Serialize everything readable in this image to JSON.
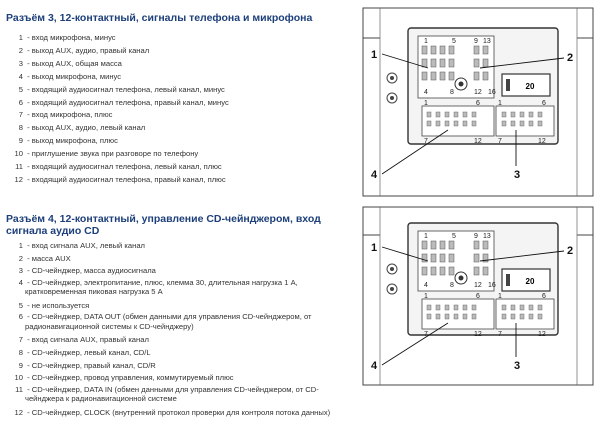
{
  "sections": [
    {
      "title": "Разъём 3, 12-контактный, сигналы телефона и микрофона",
      "pins": [
        {
          "n": "1",
          "text": "вход микрофона, минус"
        },
        {
          "n": "2",
          "text": "выход AUX, аудио, правый канал"
        },
        {
          "n": "3",
          "text": "выход AUX, общая масса"
        },
        {
          "n": "4",
          "text": "выход микрофона, минус"
        },
        {
          "n": "5",
          "text": "входящий аудиосигнал телефона, левый канал, минус"
        },
        {
          "n": "6",
          "text": "входящий аудиосигнал телефона, правый канал, минус"
        },
        {
          "n": "7",
          "text": "вход микрофона, плюс"
        },
        {
          "n": "8",
          "text": "выход AUX, аудио, левый канал"
        },
        {
          "n": "9",
          "text": "выход микрофона, плюс"
        },
        {
          "n": "10",
          "text": "приглушение звука при разговоре по телефону"
        },
        {
          "n": "11",
          "text": "входящий аудиосигнал телефона, левый канал, плюс"
        },
        {
          "n": "12",
          "text": "входящий аудиосигнал телефона, правый канал, плюс"
        }
      ],
      "diagram": {
        "callouts": [
          "1",
          "2",
          "3",
          "4"
        ],
        "pin_labels": {
          "top_left_1": "1",
          "top_left_5": "5",
          "top_right_9": "9",
          "top_right_13": "13",
          "mid_4": "4",
          "mid_8": "8",
          "mid_12": "12",
          "mid_16": "16",
          "box": "20",
          "bot_left_1": "1",
          "bot_left_6": "6",
          "bot_left_7": "7",
          "bot_left_12": "12"
        }
      }
    },
    {
      "title": "Разъём 4, 12-контактный, управление CD-чейнджером, вход сигнала аудио CD",
      "pins": [
        {
          "n": "1",
          "text": "вход сигнала AUX, левый канал"
        },
        {
          "n": "2",
          "text": "масса AUX"
        },
        {
          "n": "3",
          "text": "CD-чейнджер, масса аудиосигнала"
        },
        {
          "n": "4",
          "text": "CD-чейнджер, электропитание, плюс, клемма 30, длительная нагрузка 1 А, кратковременная пиковая нагрузка 5 А"
        },
        {
          "n": "5",
          "text": "не используется"
        },
        {
          "n": "6",
          "text": "CD-чейнджер, DATA OUT (обмен данными для управления CD-чейнджером, от радионавигационной системы к CD-чейнджеру)"
        },
        {
          "n": "7",
          "text": "вход сигнала AUX, правый канал"
        },
        {
          "n": "8",
          "text": "CD-чейнджер, левый канал, CD/L"
        },
        {
          "n": "9",
          "text": "CD-чейнджер, правый канал, CD/R"
        },
        {
          "n": "10",
          "text": "CD-чейнджер, провод управления, коммутируемый плюс"
        },
        {
          "n": "11",
          "text": "CD-чейнджер, DATA IN (обмен данными для управления CD-чейнджером, от CD-чейнджера к радионавигационной системе"
        },
        {
          "n": "12",
          "text": "CD-чейнджер, CLOCK (внутренний протокол проверки для контроля потока данных)"
        }
      ],
      "diagram": {
        "callouts": [
          "1",
          "2",
          "3",
          "4"
        ],
        "pin_labels": {
          "top_left_1": "1",
          "top_left_5": "5",
          "top_right_9": "9",
          "top_right_13": "13",
          "mid_4": "4",
          "mid_8": "8",
          "mid_12": "12",
          "mid_16": "16",
          "box": "20",
          "bot_left_1": "1",
          "bot_left_6": "6",
          "bot_left_7": "7",
          "bot_left_12": "12"
        }
      }
    }
  ]
}
